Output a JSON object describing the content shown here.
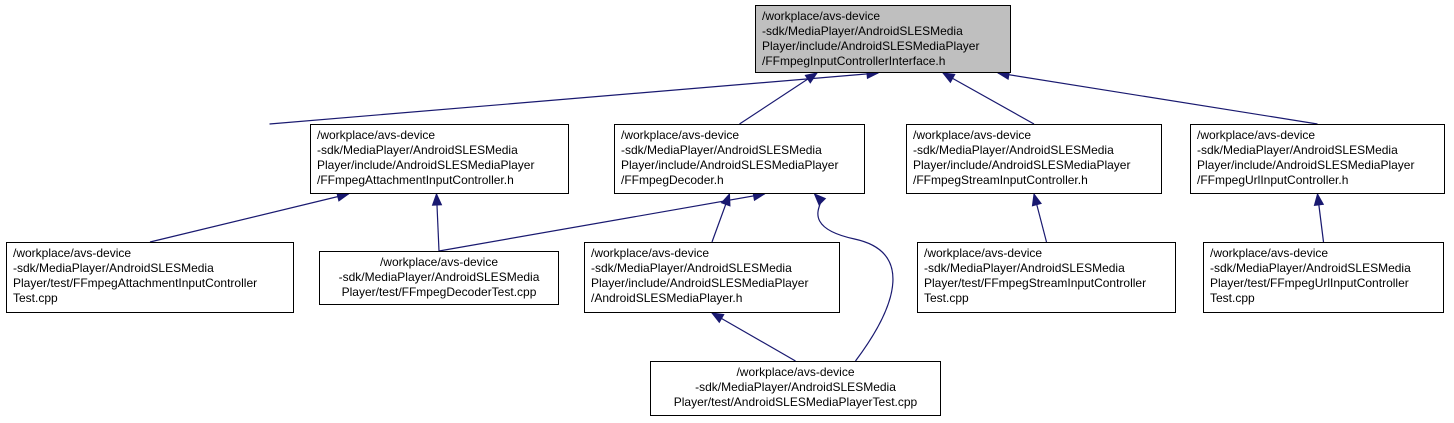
{
  "colors": {
    "edge": "#191970",
    "root_fill": "#bfbfbf",
    "node_fill": "#ffffff",
    "border": "#000000"
  },
  "nodes": {
    "root": [
      "/workplace/avs-device",
      "-sdk/MediaPlayer/AndroidSLESMedia",
      "Player/include/AndroidSLESMediaPlayer",
      "/FFmpegInputControllerInterface.h"
    ],
    "attachment_h": [
      "/workplace/avs-device",
      "-sdk/MediaPlayer/AndroidSLESMedia",
      "Player/include/AndroidSLESMediaPlayer",
      "/FFmpegAttachmentInputController.h"
    ],
    "decoder_h": [
      "/workplace/avs-device",
      "-sdk/MediaPlayer/AndroidSLESMedia",
      "Player/include/AndroidSLESMediaPlayer",
      "/FFmpegDecoder.h"
    ],
    "stream_h": [
      "/workplace/avs-device",
      "-sdk/MediaPlayer/AndroidSLESMedia",
      "Player/include/AndroidSLESMediaPlayer",
      "/FFmpegStreamInputController.h"
    ],
    "url_h": [
      "/workplace/avs-device",
      "-sdk/MediaPlayer/AndroidSLESMedia",
      "Player/include/AndroidSLESMediaPlayer",
      "/FFmpegUrlInputController.h"
    ],
    "attachment_test": [
      "/workplace/avs-device",
      "-sdk/MediaPlayer/AndroidSLESMedia",
      "Player/test/FFmpegAttachmentInputController",
      "Test.cpp"
    ],
    "decoder_test": [
      "/workplace/avs-device",
      "-sdk/MediaPlayer/AndroidSLESMedia",
      "Player/test/FFmpegDecoderTest.cpp"
    ],
    "player_h": [
      "/workplace/avs-device",
      "-sdk/MediaPlayer/AndroidSLESMedia",
      "Player/include/AndroidSLESMediaPlayer",
      "/AndroidSLESMediaPlayer.h"
    ],
    "stream_test": [
      "/workplace/avs-device",
      "-sdk/MediaPlayer/AndroidSLESMedia",
      "Player/test/FFmpegStreamInputController",
      "Test.cpp"
    ],
    "url_test": [
      "/workplace/avs-device",
      "-sdk/MediaPlayer/AndroidSLESMedia",
      "Player/test/FFmpegUrlInputController",
      "Test.cpp"
    ],
    "player_test": [
      "/workplace/avs-device",
      "-sdk/MediaPlayer/AndroidSLESMedia",
      "Player/test/AndroidSLESMediaPlayerTest.cpp"
    ]
  },
  "edges": [
    {
      "from": "attachment_h",
      "to": "root"
    },
    {
      "from": "decoder_h",
      "to": "root"
    },
    {
      "from": "stream_h",
      "to": "root"
    },
    {
      "from": "url_h",
      "to": "root"
    },
    {
      "from": "attachment_test",
      "to": "attachment_h"
    },
    {
      "from": "decoder_test",
      "to": "attachment_h"
    },
    {
      "from": "decoder_test",
      "to": "decoder_h"
    },
    {
      "from": "player_h",
      "to": "decoder_h"
    },
    {
      "from": "player_test",
      "to": "decoder_h"
    },
    {
      "from": "player_test",
      "to": "player_h"
    },
    {
      "from": "stream_test",
      "to": "stream_h"
    },
    {
      "from": "url_test",
      "to": "url_h"
    }
  ]
}
